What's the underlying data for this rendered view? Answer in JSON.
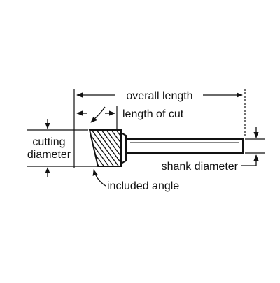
{
  "labels": {
    "overall_length": "overall length",
    "length_of_cut": "length of cut",
    "cutting_diameter_line1": "cutting",
    "cutting_diameter_line2": "diameter",
    "shank_diameter": "shank diameter",
    "included_angle": "included angle"
  },
  "colors": {
    "ink": "#111111",
    "background": "#ffffff"
  }
}
